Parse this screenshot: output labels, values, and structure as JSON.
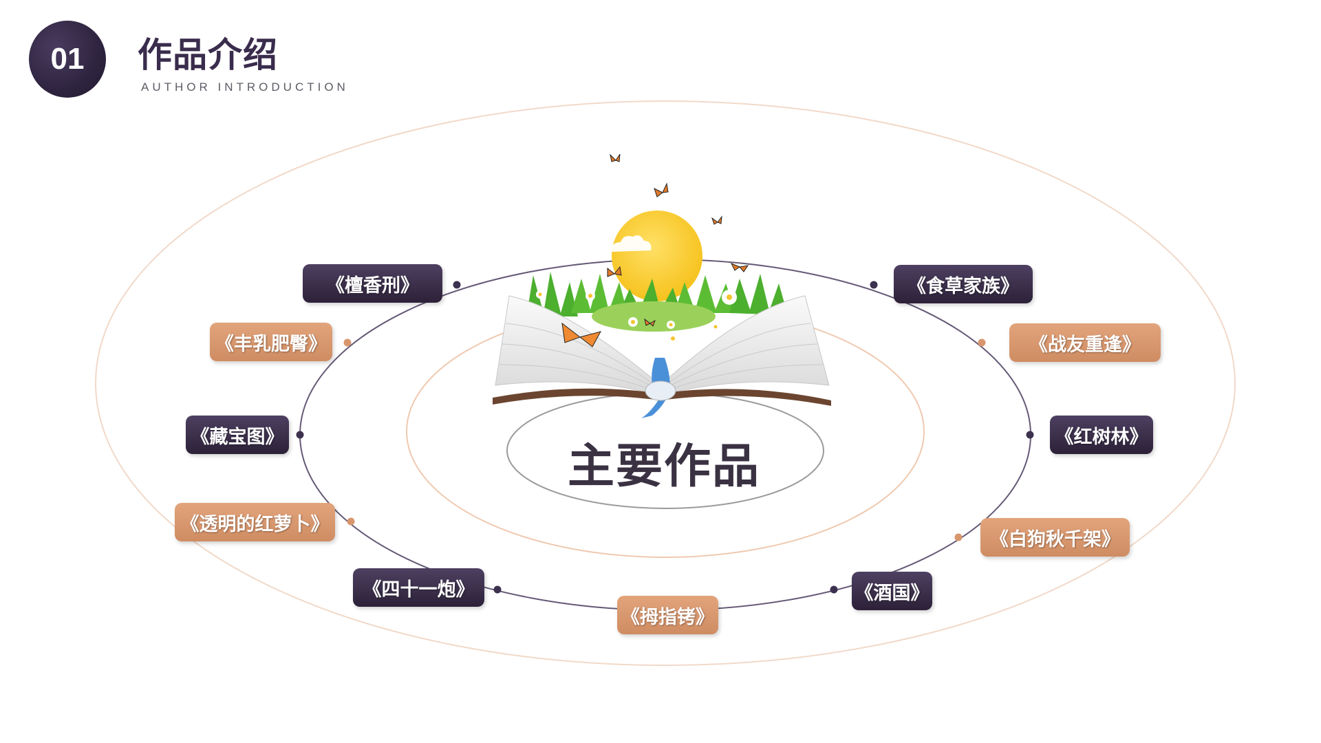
{
  "header": {
    "number": "01",
    "title": "作品介绍",
    "subtitle": "AUTHOR INTRODUCTION"
  },
  "center": {
    "label": "主要作品"
  },
  "colors": {
    "dark": "#3a2c4c",
    "orange": "#d8966c"
  },
  "works": [
    {
      "title": "《檀香刑》",
      "style": "dark"
    },
    {
      "title": "《丰乳肥臀》",
      "style": "orange"
    },
    {
      "title": "《藏宝图》",
      "style": "dark"
    },
    {
      "title": "《透明的红萝卜》",
      "style": "orange"
    },
    {
      "title": "《四十一炮》",
      "style": "dark"
    },
    {
      "title": "《拇指铐》",
      "style": "orange"
    },
    {
      "title": "《酒国》",
      "style": "dark"
    },
    {
      "title": "《白狗秋千架》",
      "style": "orange"
    },
    {
      "title": "《红树林》",
      "style": "dark"
    },
    {
      "title": "《战友重逢》",
      "style": "orange"
    },
    {
      "title": "《食草家族》",
      "style": "dark"
    }
  ]
}
